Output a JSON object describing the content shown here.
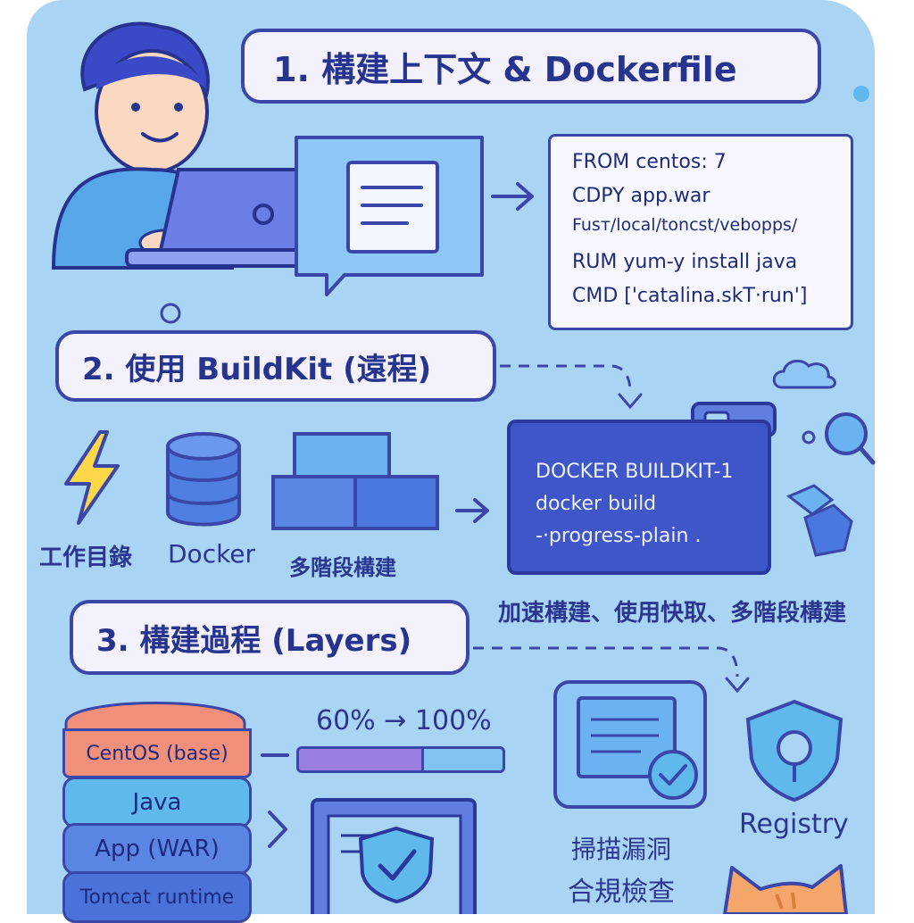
{
  "step1": {
    "title": "1. 構建上下文 & Dockerfile"
  },
  "dockerfile": {
    "lines": [
      "FROM centos: 7",
      "CDPY app.war",
      "Fusт/local/toncst/vebopps/",
      "RUM yum-y install java",
      "CMD ['catalina.skT·run']"
    ]
  },
  "step2": {
    "title": "2. 使用 BuildKit (遠程)",
    "icons": [
      {
        "icon": "lightning-icon",
        "label": "工作目錄"
      },
      {
        "icon": "database-icon",
        "label": "Docker"
      },
      {
        "icon": "blocks-icon",
        "label": "多階段構建"
      }
    ]
  },
  "terminal": {
    "line1": "DOCKER BUILDKIT-1",
    "line2": "docker build",
    "line3": "-·progress-plain ."
  },
  "benefits": "加速構建、使用快取、多階段構建",
  "step3": {
    "title": "3. 構建過程 (Layers)",
    "progress_label": "60% → 100%",
    "progress_value": 0.6
  },
  "layers": [
    "CentOS (base)",
    "Java",
    "App (WAR)",
    "Tomcat runtime"
  ],
  "scan_label": [
    "掃描漏洞",
    "合規檢查"
  ],
  "registry_label": "Registry",
  "colors": {
    "background": "#a9d4f4",
    "outline": "#3a47a8",
    "accent_blue": "#3f56c8",
    "layer_base": "#f0907a",
    "progress_fill": "#9b7fe0"
  }
}
